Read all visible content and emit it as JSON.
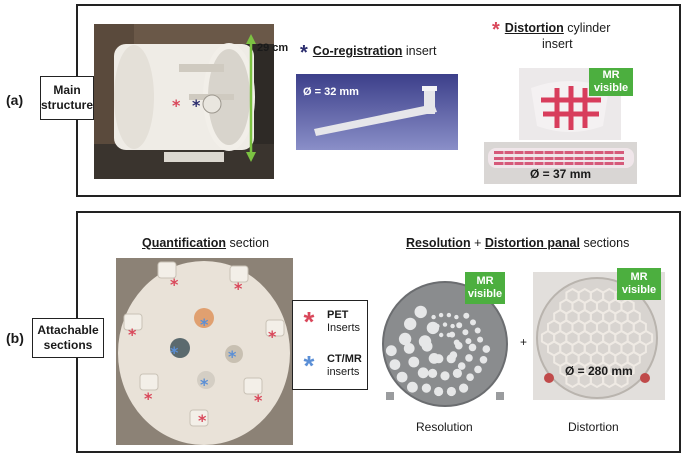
{
  "panel_a": {
    "tag": "(a)",
    "main_structure_label": [
      "Main",
      "structure"
    ],
    "height_dim": "29 cm",
    "coreg_title_bold": "Co-registration",
    "coreg_title_rest": " insert",
    "coreg_diameter": "Ø = 32 mm",
    "distortion_title_bold": "Distortion",
    "distortion_title_rest": " cylinder",
    "distortion_title_line2": "insert",
    "mr_visible": [
      "MR",
      "visible"
    ],
    "distortion_diameter": "Ø = 37 mm"
  },
  "panel_b": {
    "tag": "(b)",
    "attachable_label": [
      "Attachable",
      "sections"
    ],
    "quant_title_bold": "Quantification",
    "quant_title_rest": " section",
    "res_title_bold": "Resolution",
    "res_title_mid": " + ",
    "dist_title_bold": "Distortion panal",
    "dist_title_rest": " sections",
    "legend_pet_line1": "PET",
    "legend_pet_line2": "Inserts",
    "legend_ctmr_line1": "CT/MR",
    "legend_ctmr_line2": "inserts",
    "mr_visible_1": [
      "MR",
      "visible"
    ],
    "mr_visible_2": [
      "MR",
      "visible"
    ],
    "plus": "+",
    "dist_diameter": "Ø = 280 mm",
    "resolution_caption": "Resolution",
    "distortion_caption": "Distortion"
  },
  "colors": {
    "pet_asterisk": "#d9475a",
    "ctmr_asterisk": "#5b8fd6",
    "coreg_asterisk": "#2b2d6e",
    "mr_badge": "#4caf3f",
    "green_arrow": "#7cc242"
  }
}
